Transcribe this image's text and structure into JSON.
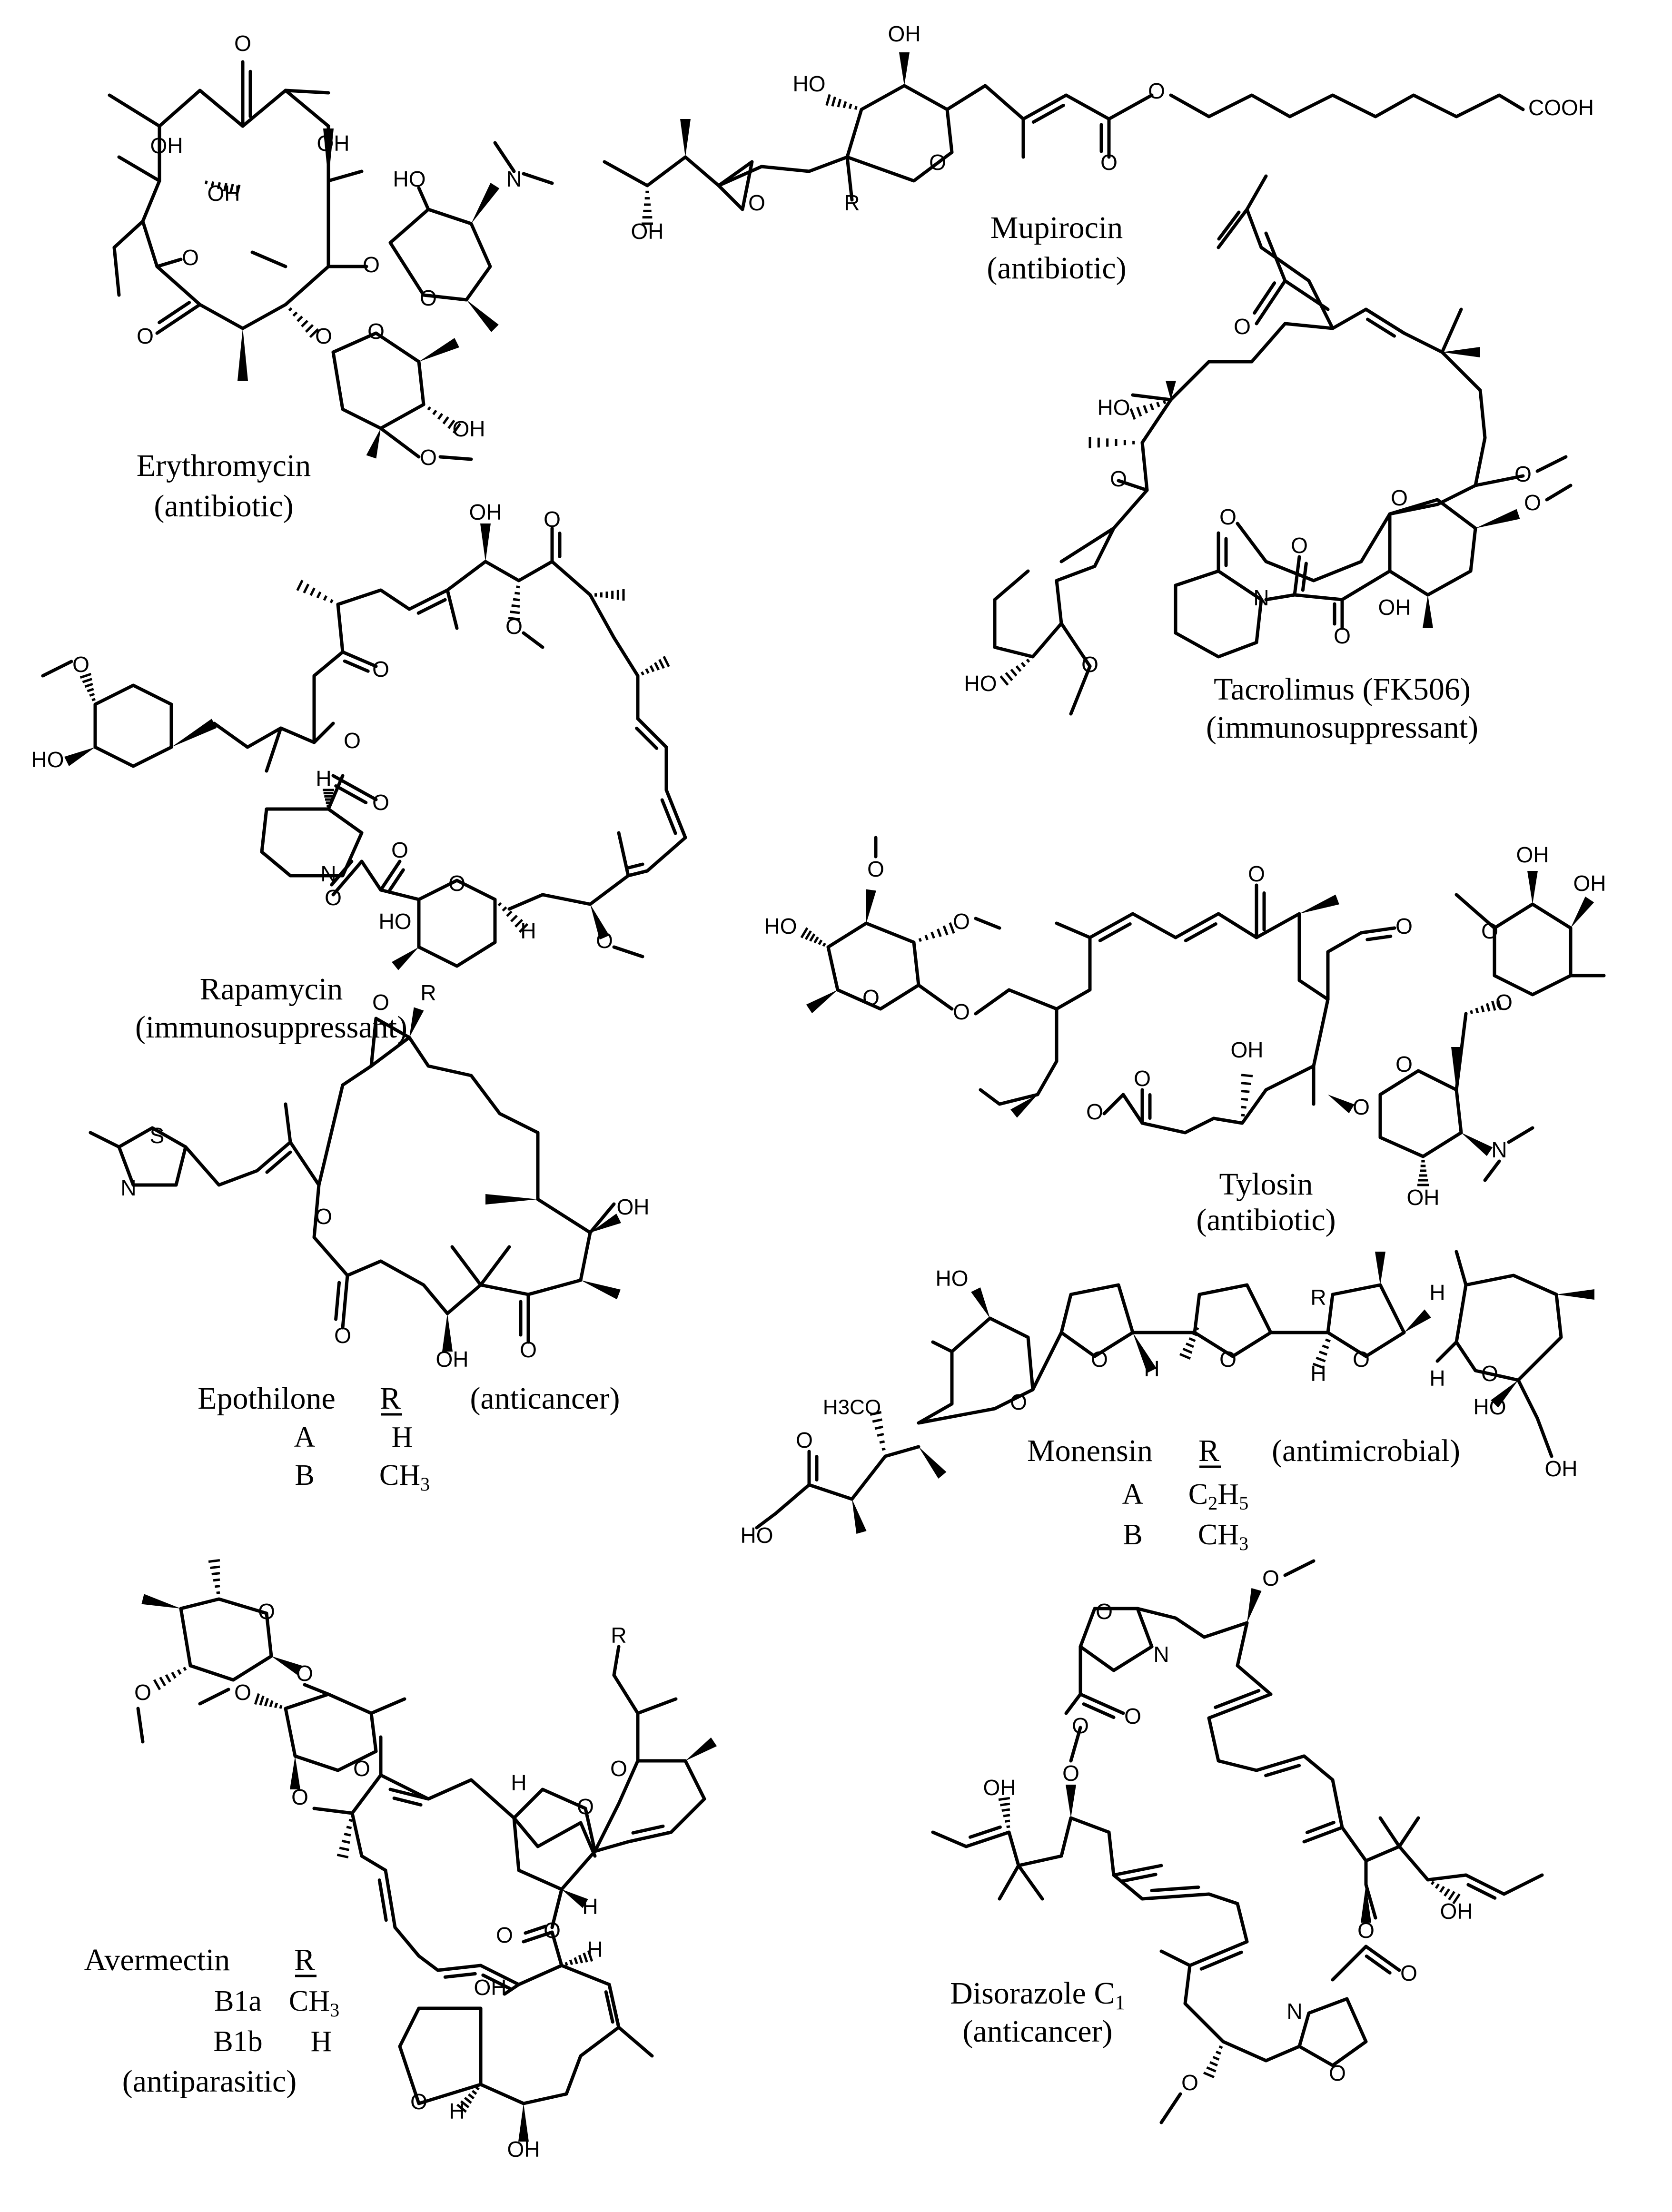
{
  "figure": {
    "molecules": [
      {
        "id": "erythromycin",
        "name": "Erythromycin",
        "activity": "(antibiotic)"
      },
      {
        "id": "mupirocin",
        "name": "Mupirocin",
        "activity": "(antibiotic)",
        "r_label": "R",
        "terminal_group": "COOH"
      },
      {
        "id": "tacrolimus",
        "name": "Tacrolimus (FK506)",
        "activity": "(immunosuppressant)"
      },
      {
        "id": "rapamycin",
        "name": "Rapamycin",
        "activity": "(immunosuppressant)"
      },
      {
        "id": "tylosin",
        "name": "Tylosin",
        "activity": "(antibiotic)"
      },
      {
        "id": "epothilone",
        "name": "Epothilone",
        "r_header": "R",
        "activity": "(anticancer)",
        "r_label": "R",
        "variants": [
          {
            "variant": "A",
            "r": "H"
          },
          {
            "variant": "B",
            "r": "CH3"
          }
        ]
      },
      {
        "id": "monensin",
        "name": "Monensin",
        "r_header": "R",
        "activity": "(antimicrobial)",
        "r_label": "R",
        "methoxy_label": "H3CO",
        "variants": [
          {
            "variant": "A",
            "r": "C2H5"
          },
          {
            "variant": "B",
            "r": "CH3"
          }
        ]
      },
      {
        "id": "avermectin",
        "name": "Avermectin",
        "r_header": "R",
        "activity": "(antiparasitic)",
        "r_label": "R",
        "variants": [
          {
            "variant": "B1a",
            "r": "CH3"
          },
          {
            "variant": "B1b",
            "r": "H"
          }
        ]
      },
      {
        "id": "disorazole",
        "name": "Disorazole C",
        "name_subscript": "1",
        "activity": "(anticancer)"
      }
    ],
    "atom_labels": {
      "O": "O",
      "OH": "OH",
      "HO": "HO",
      "N": "N",
      "S": "S",
      "H": "H",
      "R": "R",
      "COOH": "COOH",
      "H3CO": "H3CO"
    }
  }
}
